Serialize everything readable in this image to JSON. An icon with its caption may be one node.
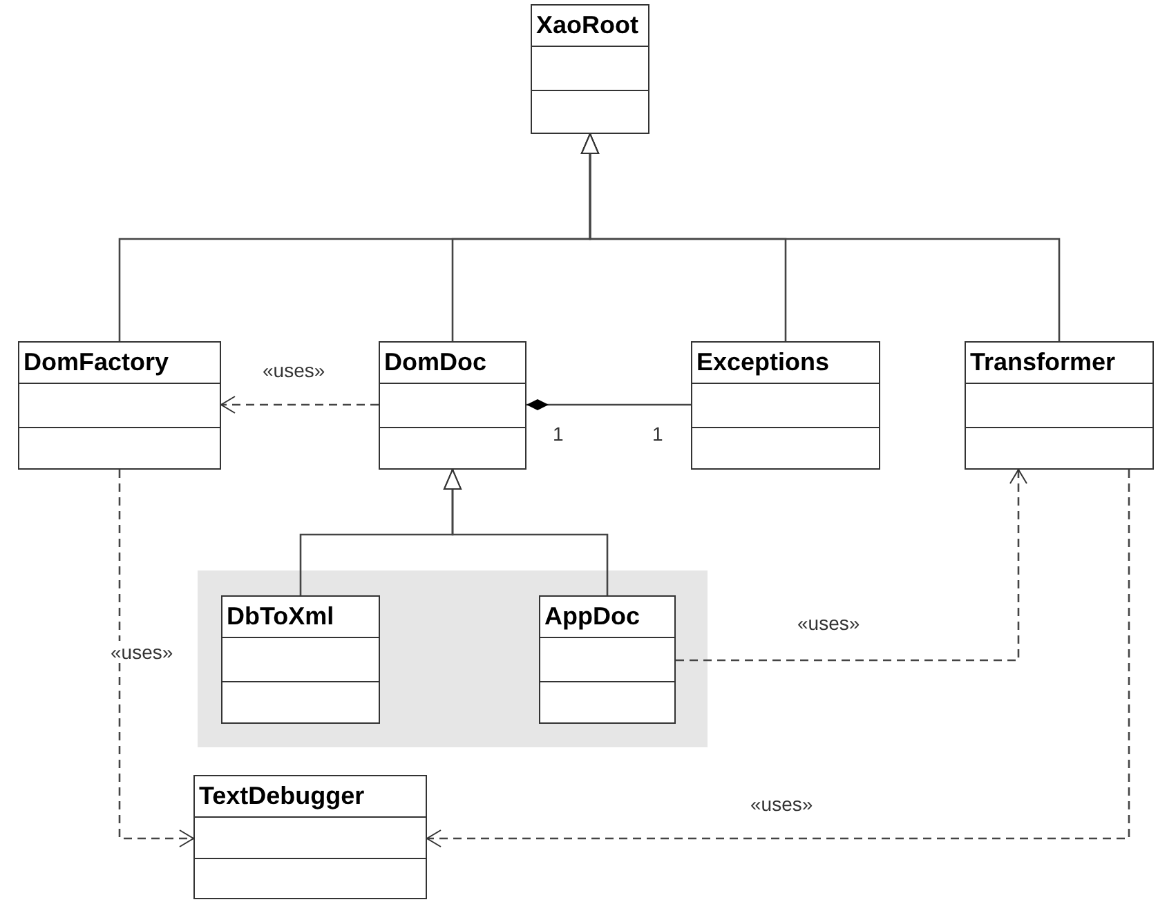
{
  "diagram": {
    "nodes": [
      {
        "text": [
          "XaoRoot"
        ]
      },
      {
        "text": [
          "DomFactory"
        ]
      },
      {
        "text": [
          "DomDoc"
        ]
      },
      {
        "text": [
          "Exceptions"
        ]
      },
      {
        "text": [
          "Transformer"
        ]
      },
      {
        "text": [],
        "shape": "box"
      },
      {
        "text": [
          "DbToXml"
        ],
        "in": 5
      },
      {
        "text": [
          "AppDoc"
        ],
        "in": 5
      },
      {
        "text": [
          "TextDebugger"
        ]
      }
    ],
    "edges": [
      {
        "from": 1,
        "to": 0,
        "arrow": "to"
      },
      {
        "from": 2,
        "to": 0,
        "arrow": "to"
      },
      {
        "from": 3,
        "to": 0,
        "arrow": "to"
      },
      {
        "from": 4,
        "to": 0,
        "arrow": "to"
      },
      {
        "from": 6,
        "to": 2,
        "arrow": "to"
      },
      {
        "from": 7,
        "to": 2,
        "arrow": "to"
      },
      {
        "from": 2,
        "to": 1,
        "arrow": "to",
        "style": "dashed",
        "label": "«uses»"
      },
      {
        "from": 2,
        "to": 3,
        "arrow": "other"
      },
      {
        "from": 1,
        "to": 8,
        "arrow": "to",
        "style": "dashed",
        "label": "«uses»"
      },
      {
        "from": 7,
        "to": 4,
        "arrow": "to",
        "style": "dashed",
        "label": "«uses»"
      },
      {
        "from": 4,
        "to": 8,
        "arrow": "to",
        "style": "dashed",
        "label": "«uses»"
      }
    ],
    "labels": [
      "1",
      "1"
    ]
  }
}
